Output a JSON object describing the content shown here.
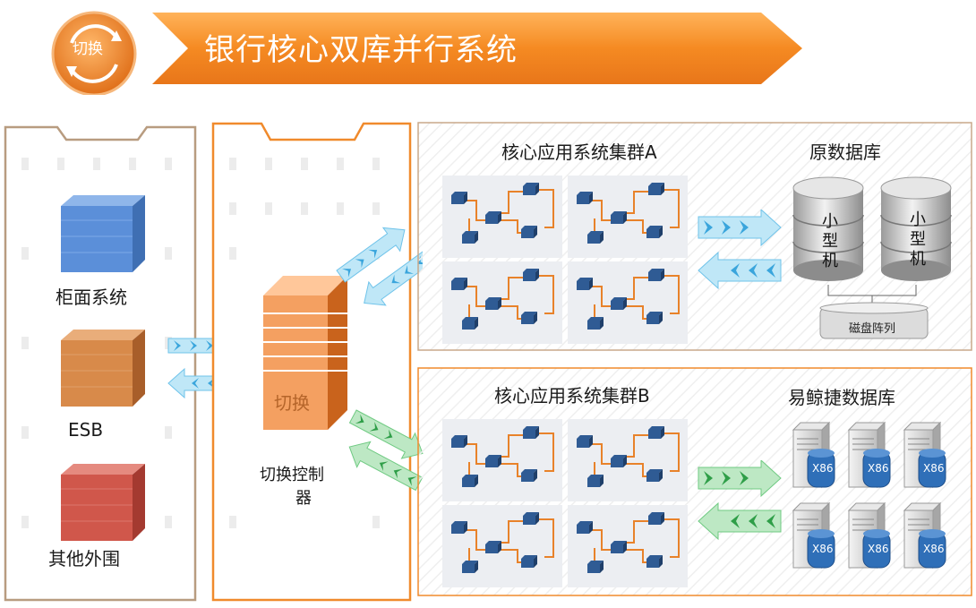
{
  "header": {
    "badge_label": "切换",
    "title": "银行核心双库并行系统"
  },
  "left_systems": [
    {
      "label": "柜面系统",
      "color": "#5b8fd9"
    },
    {
      "label": "ESB",
      "color": "#d88a4a"
    },
    {
      "label": "其他外围",
      "color": "#d0574b"
    }
  ],
  "switch": {
    "box_label": "切换",
    "caption_line1": "切换控制",
    "caption_line2": "器"
  },
  "cluster_a": {
    "title": "核心应用系统集群A",
    "db_title": "原数据库",
    "cyl1_lines": [
      "小",
      "型",
      "机"
    ],
    "cyl2_lines": [
      "小",
      "型",
      "机"
    ],
    "disk_label": "磁盘阵列"
  },
  "cluster_b": {
    "title": "核心应用系统集群B",
    "db_title": "易鲸捷数据库",
    "server_label": "X86"
  },
  "colors": {
    "orange": "#f07f1e",
    "panel_border_left": "#c8a98a",
    "panel_border_mid": "#f08a2c",
    "arrow_blue": "#8fd3ee",
    "arrow_green": "#7fd08a",
    "node_blue": "#2f5b94"
  }
}
